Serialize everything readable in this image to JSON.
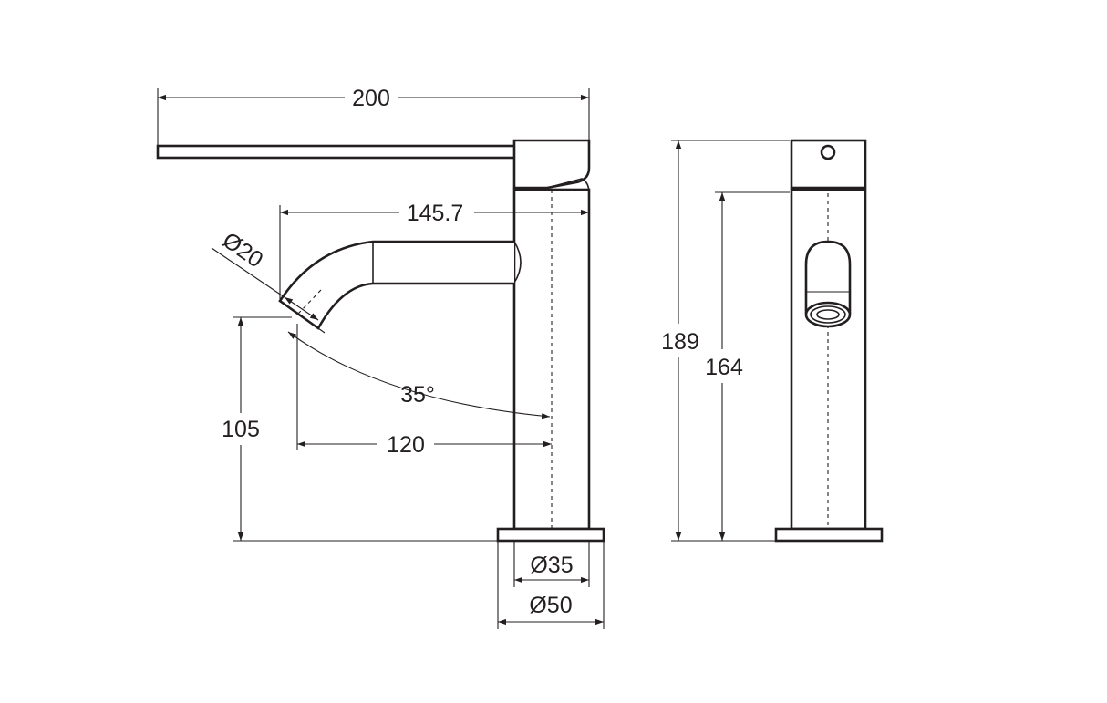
{
  "colors": {
    "line": "#231f20",
    "background": "#ffffff"
  },
  "dimensions": {
    "overall_length": "200",
    "spout_reach": "145.7",
    "outlet_diameter": "Ø20",
    "spout_angle": "35°",
    "outlet_height": "105",
    "outlet_offset": "120",
    "body_diameter": "Ø35",
    "base_diameter": "Ø50",
    "total_height": "189",
    "body_height": "164"
  }
}
